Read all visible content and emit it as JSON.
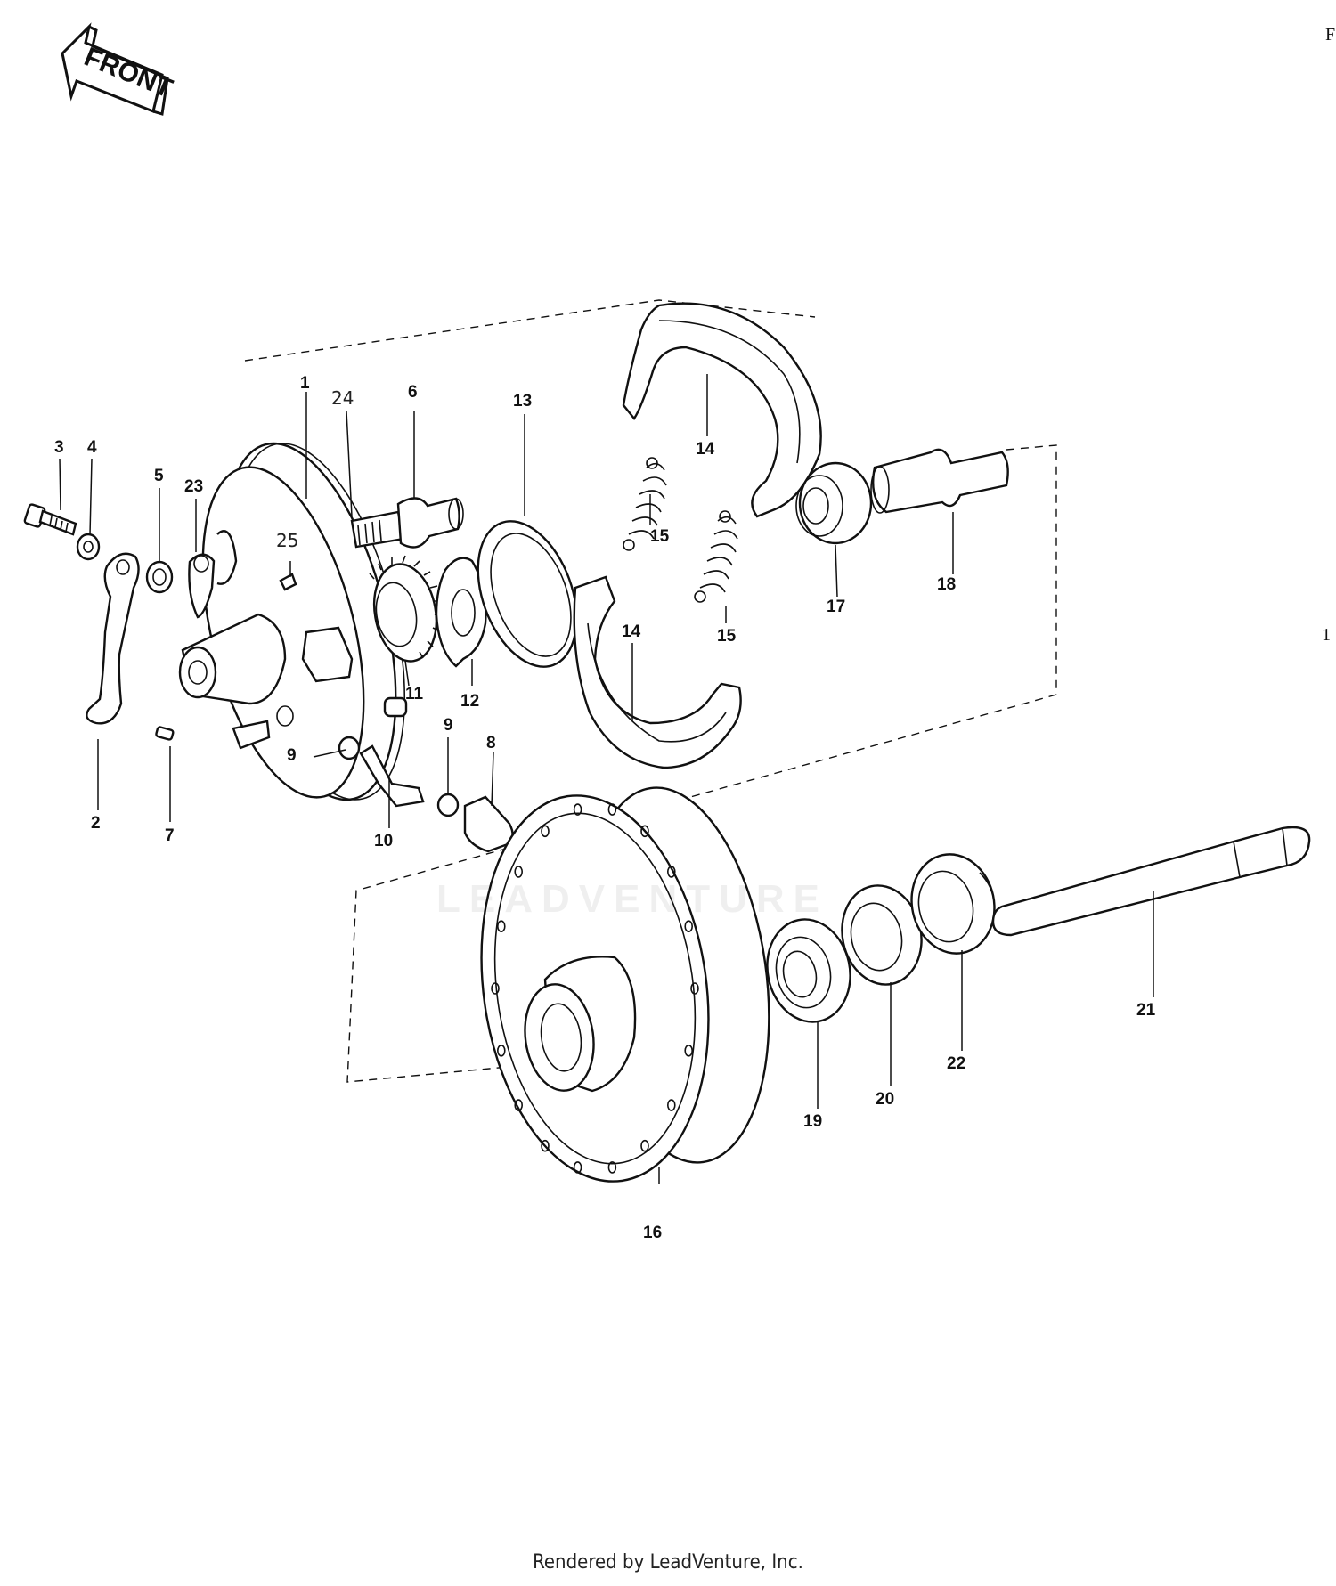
{
  "front_label": "FRONT",
  "footer": "Rendered by LeadVenture, Inc.",
  "watermark": "LEADVENTURE",
  "edge_text": [
    "F",
    "1"
  ],
  "callouts": [
    {
      "id": "1",
      "text": "1"
    },
    {
      "id": "2",
      "text": "2"
    },
    {
      "id": "3",
      "text": "3"
    },
    {
      "id": "4",
      "text": "4"
    },
    {
      "id": "5",
      "text": "5"
    },
    {
      "id": "6",
      "text": "6"
    },
    {
      "id": "7",
      "text": "7"
    },
    {
      "id": "8",
      "text": "8"
    },
    {
      "id": "9a",
      "text": "9"
    },
    {
      "id": "9b",
      "text": "9"
    },
    {
      "id": "10",
      "text": "10"
    },
    {
      "id": "11",
      "text": "11"
    },
    {
      "id": "12",
      "text": "12"
    },
    {
      "id": "13",
      "text": "13"
    },
    {
      "id": "14a",
      "text": "14"
    },
    {
      "id": "14b",
      "text": "14"
    },
    {
      "id": "15a",
      "text": "15"
    },
    {
      "id": "15b",
      "text": "15"
    },
    {
      "id": "16",
      "text": "16"
    },
    {
      "id": "17",
      "text": "17"
    },
    {
      "id": "18",
      "text": "18"
    },
    {
      "id": "19",
      "text": "19"
    },
    {
      "id": "20",
      "text": "20"
    },
    {
      "id": "21",
      "text": "21"
    },
    {
      "id": "22",
      "text": "22"
    },
    {
      "id": "23",
      "text": "23"
    },
    {
      "id": "24",
      "text": "24"
    },
    {
      "id": "25",
      "text": "25"
    }
  ]
}
